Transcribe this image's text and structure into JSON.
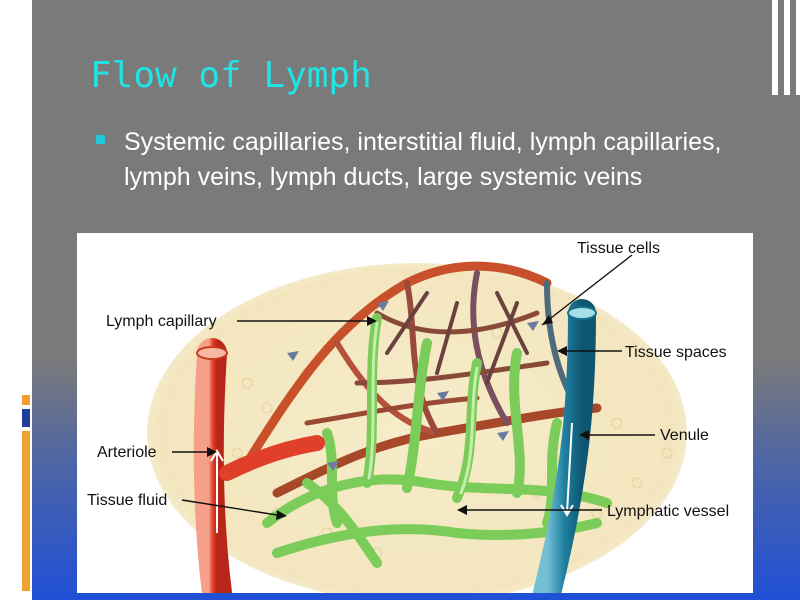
{
  "slide": {
    "title": "Flow of Lymph",
    "bullet": "Systemic capillaries, interstitial fluid, lymph capillaries, lymph veins, lymph ducts, large systemic veins"
  },
  "figure": {
    "labels": {
      "tissue_cells": "Tissue cells",
      "lymph_capillary": "Lymph capillary",
      "tissue_spaces": "Tissue spaces",
      "arteriole": "Arteriole",
      "venule": "Venule",
      "tissue_fluid": "Tissue fluid",
      "lymphatic_vessel": "Lymphatic vessel"
    }
  },
  "colors": {
    "title": "#22e3e3",
    "bullet_text": "#ffffff",
    "bullet_marker": "#22c8d8",
    "arteriole": "#e0402a",
    "venule": "#1f7fa0",
    "lymph": "#7ccc5a",
    "tissue": "#f3e8c4"
  }
}
